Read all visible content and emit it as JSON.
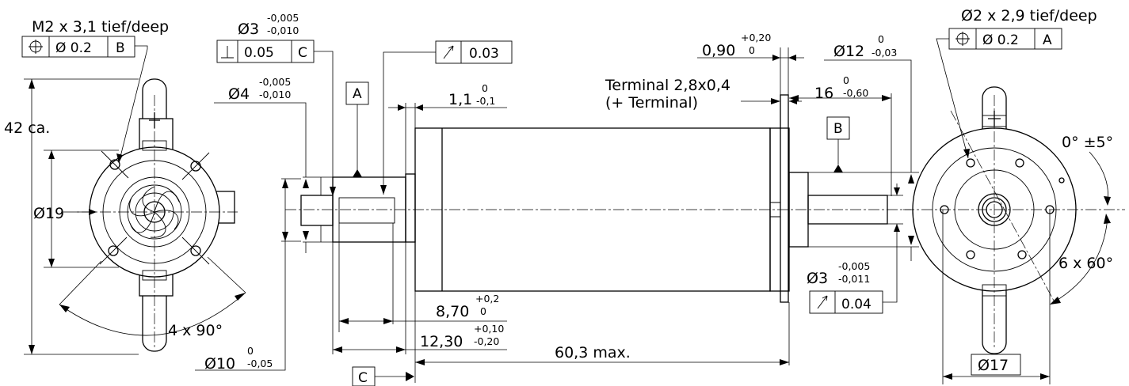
{
  "callouts": {
    "left_hole": "M2 x 3,1 tief/deep",
    "right_hole": "Ø2 x 2,9 tief/deep",
    "terminal_line1": "Terminal 2,8x0,4",
    "terminal_line2": "(+ Terminal)",
    "angle_tol": "0° ±5°",
    "pattern_left": "4 x 90°",
    "pattern_right": "6 x 60°"
  },
  "frames": {
    "pos_b": {
      "sym": "⌖",
      "tol": "Ø 0.2",
      "ref": "B"
    },
    "perp_c": {
      "sym": "⊥",
      "tol": "0.05",
      "ref": "C"
    },
    "runout_top": {
      "sym": "↗",
      "tol": "0.03"
    },
    "pos_a": {
      "sym": "⌖",
      "tol": "Ø 0.2",
      "ref": "A"
    },
    "runout_bottom": {
      "sym": "↗",
      "tol": "0.04"
    }
  },
  "datums": {
    "a": "A",
    "b": "B",
    "c": "C"
  },
  "dims": {
    "d3_top": {
      "main": "Ø3",
      "upper": "-0,005",
      "lower": "-0,010"
    },
    "d4": {
      "main": "Ø4",
      "upper": "-0,005",
      "lower": "-0,010"
    },
    "l11": {
      "main": "1,1",
      "upper": "0",
      "lower": "-0,1"
    },
    "l090": {
      "main": "0,90",
      "upper": "+0,20",
      "lower": "0"
    },
    "d12": {
      "main": "Ø12",
      "upper": "0",
      "lower": "-0,03"
    },
    "l16": {
      "main": "16",
      "upper": "0",
      "lower": "-0,60"
    },
    "d3_bottom": {
      "main": "Ø3",
      "upper": "-0,005",
      "lower": "-0,011"
    },
    "l870": {
      "main": "8,70",
      "upper": "+0,2",
      "lower": "0"
    },
    "l1230": {
      "main": "12,30",
      "upper": "+0,10",
      "lower": "-0,20"
    },
    "d10": {
      "main": "Ø10",
      "upper": "0",
      "lower": "-0,05"
    },
    "length": "60,3 max.",
    "height": "42 ca.",
    "d19": "Ø19",
    "d17": "Ø17"
  }
}
